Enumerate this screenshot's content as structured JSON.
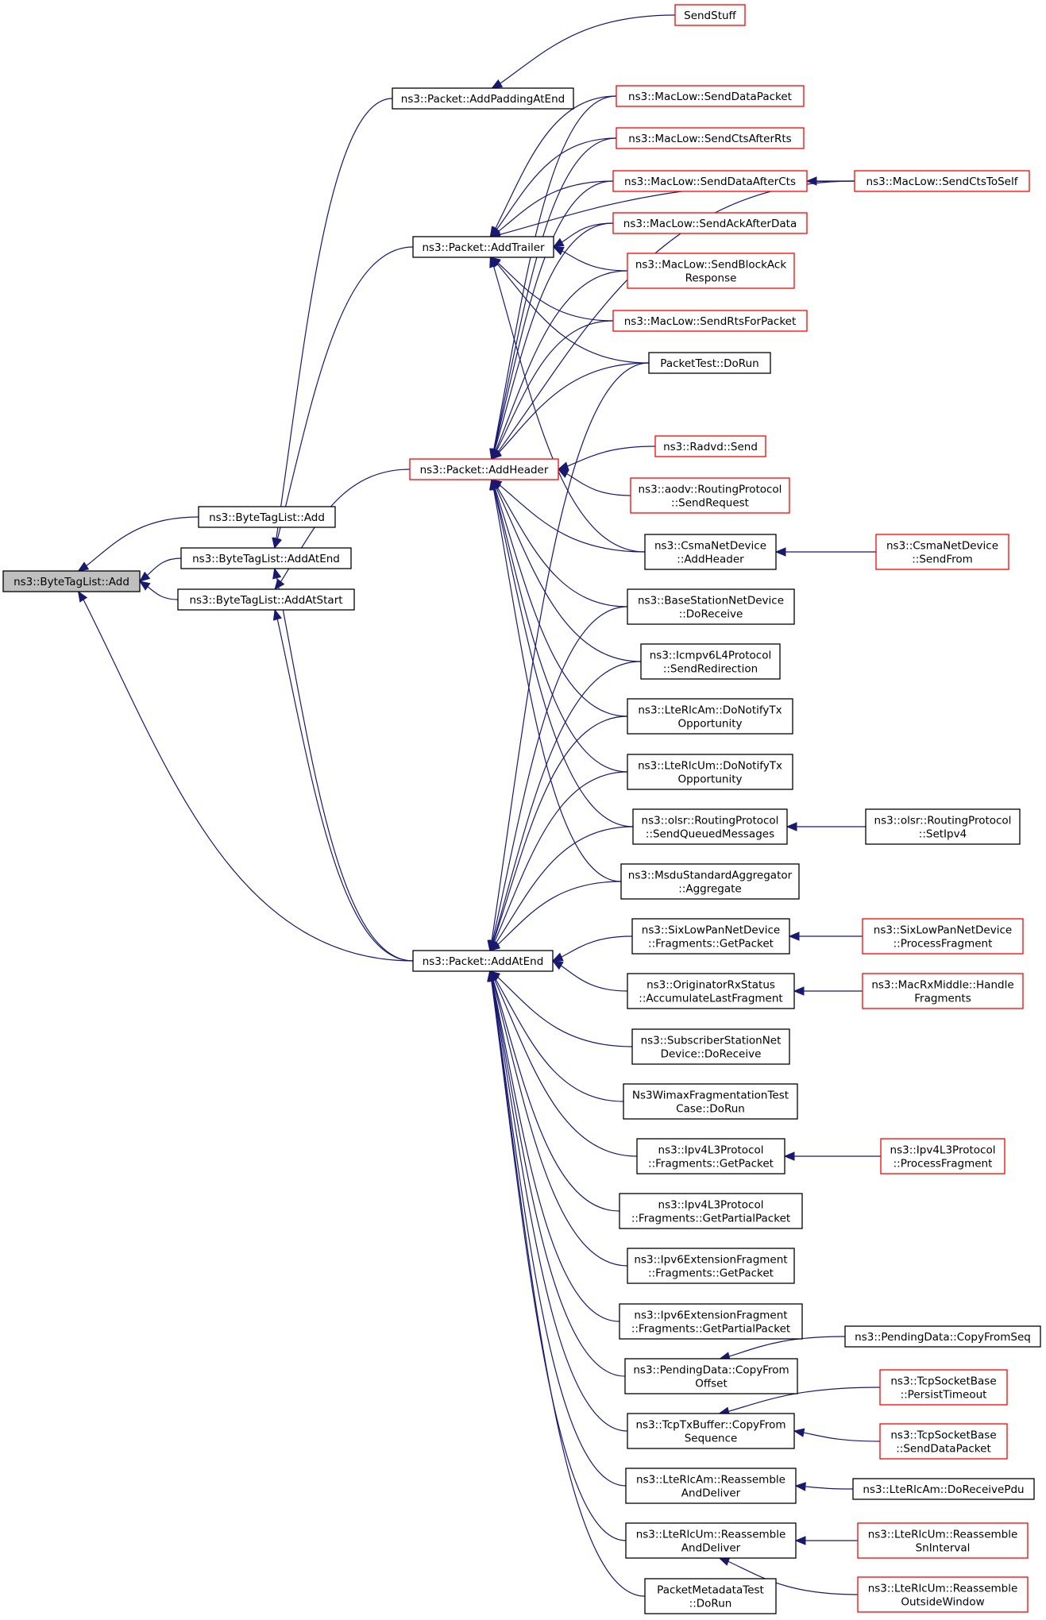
{
  "colors": {
    "edge": "#191970",
    "border_default": "#000000",
    "border_truncated": "#ff0000",
    "fill_default": "#ffffff",
    "fill_root": "#bfbfbf",
    "text": "#000000"
  },
  "nodes": [
    {
      "id": "root",
      "lines": [
        "ns3::ByteTagList::Add"
      ],
      "style": "root"
    },
    {
      "id": "btl-add",
      "lines": [
        "ns3::ByteTagList::Add"
      ],
      "style": "default"
    },
    {
      "id": "btl-addatend",
      "lines": [
        "ns3::ByteTagList::AddAtEnd"
      ],
      "style": "default"
    },
    {
      "id": "btl-addatstart",
      "lines": [
        "ns3::ByteTagList::AddAtStart"
      ],
      "style": "default"
    },
    {
      "id": "pkt-addpadding",
      "lines": [
        "ns3::Packet::AddPaddingAtEnd"
      ],
      "style": "default"
    },
    {
      "id": "pkt-addtrailer",
      "lines": [
        "ns3::Packet::AddTrailer"
      ],
      "style": "default"
    },
    {
      "id": "pkt-addheader",
      "lines": [
        "ns3::Packet::AddHeader"
      ],
      "style": "truncated"
    },
    {
      "id": "pkt-addatend",
      "lines": [
        "ns3::Packet::AddAtEnd"
      ],
      "style": "default"
    },
    {
      "id": "sendstuff",
      "lines": [
        "SendStuff"
      ],
      "style": "truncated"
    },
    {
      "id": "ml-senddatapacket",
      "lines": [
        "ns3::MacLow::SendDataPacket"
      ],
      "style": "truncated"
    },
    {
      "id": "ml-sendctsafterrts",
      "lines": [
        "ns3::MacLow::SendCtsAfterRts"
      ],
      "style": "truncated"
    },
    {
      "id": "ml-senddataaftercts",
      "lines": [
        "ns3::MacLow::SendDataAfterCts"
      ],
      "style": "truncated"
    },
    {
      "id": "ml-sendackafterdata",
      "lines": [
        "ns3::MacLow::SendAckAfterData"
      ],
      "style": "truncated"
    },
    {
      "id": "ml-sendblockack",
      "lines": [
        "ns3::MacLow::SendBlockAck",
        "Response"
      ],
      "style": "truncated"
    },
    {
      "id": "ml-sendrtsforpacket",
      "lines": [
        "ns3::MacLow::SendRtsForPacket"
      ],
      "style": "truncated"
    },
    {
      "id": "packettest",
      "lines": [
        "PacketTest::DoRun"
      ],
      "style": "default"
    },
    {
      "id": "radvd-send",
      "lines": [
        "ns3::Radvd::Send"
      ],
      "style": "truncated"
    },
    {
      "id": "aodv-sendrequest",
      "lines": [
        "ns3::aodv::RoutingProtocol",
        "::SendRequest"
      ],
      "style": "truncated"
    },
    {
      "id": "csma-addheader",
      "lines": [
        "ns3::CsmaNetDevice",
        "::AddHeader"
      ],
      "style": "default"
    },
    {
      "id": "bsnd-doreceive",
      "lines": [
        "ns3::BaseStationNetDevice",
        "::DoReceive"
      ],
      "style": "default"
    },
    {
      "id": "icmpv6-sendredirection",
      "lines": [
        "ns3::Icmpv6L4Protocol",
        "::SendRedirection"
      ],
      "style": "default"
    },
    {
      "id": "lterlcam-donotify",
      "lines": [
        "ns3::LteRlcAm::DoNotifyTx",
        "Opportunity"
      ],
      "style": "default"
    },
    {
      "id": "lterlcum-donotify",
      "lines": [
        "ns3::LteRlcUm::DoNotifyTx",
        "Opportunity"
      ],
      "style": "default"
    },
    {
      "id": "olsr-sendqueued",
      "lines": [
        "ns3::olsr::RoutingProtocol",
        "::SendQueuedMessages"
      ],
      "style": "default"
    },
    {
      "id": "msdu-aggregate",
      "lines": [
        "ns3::MsduStandardAggregator",
        "::Aggregate"
      ],
      "style": "default"
    },
    {
      "id": "sixlowpan-getpacket",
      "lines": [
        "ns3::SixLowPanNetDevice",
        "::Fragments::GetPacket"
      ],
      "style": "default"
    },
    {
      "id": "originator-accumulate",
      "lines": [
        "ns3::OriginatorRxStatus",
        "::AccumulateLastFragment"
      ],
      "style": "default"
    },
    {
      "id": "ssnd-doreceive",
      "lines": [
        "ns3::SubscriberStationNet",
        "Device::DoReceive"
      ],
      "style": "default"
    },
    {
      "id": "wimaxfrag-dorun",
      "lines": [
        "Ns3WimaxFragmentationTest",
        "Case::DoRun"
      ],
      "style": "default"
    },
    {
      "id": "ipv4l3-getpacket",
      "lines": [
        "ns3::Ipv4L3Protocol",
        "::Fragments::GetPacket"
      ],
      "style": "default"
    },
    {
      "id": "ipv4l3-getpartial",
      "lines": [
        "ns3::Ipv4L3Protocol",
        "::Fragments::GetPartialPacket"
      ],
      "style": "default"
    },
    {
      "id": "ipv6frag-getpacket",
      "lines": [
        "ns3::Ipv6ExtensionFragment",
        "::Fragments::GetPacket"
      ],
      "style": "default"
    },
    {
      "id": "ipv6frag-getpartial",
      "lines": [
        "ns3::Ipv6ExtensionFragment",
        "::Fragments::GetPartialPacket"
      ],
      "style": "default"
    },
    {
      "id": "pendingdata-copyfromoffset",
      "lines": [
        "ns3::PendingData::CopyFrom",
        "Offset"
      ],
      "style": "default"
    },
    {
      "id": "tcptxbuffer-copyfromseq",
      "lines": [
        "ns3::TcpTxBuffer::CopyFrom",
        "Sequence"
      ],
      "style": "default"
    },
    {
      "id": "lterlcam-reassemble",
      "lines": [
        "ns3::LteRlcAm::Reassemble",
        "AndDeliver"
      ],
      "style": "default"
    },
    {
      "id": "lterlcum-reassemble",
      "lines": [
        "ns3::LteRlcUm::Reassemble",
        "AndDeliver"
      ],
      "style": "default"
    },
    {
      "id": "packetmetadatatest",
      "lines": [
        "PacketMetadataTest",
        "::DoRun"
      ],
      "style": "default"
    },
    {
      "id": "ml-sendctstoself",
      "lines": [
        "ns3::MacLow::SendCtsToSelf"
      ],
      "style": "truncated"
    },
    {
      "id": "csma-sendfrom",
      "lines": [
        "ns3::CsmaNetDevice",
        "::SendFrom"
      ],
      "style": "truncated"
    },
    {
      "id": "olsr-setipv4",
      "lines": [
        "ns3::olsr::RoutingProtocol",
        "::SetIpv4"
      ],
      "style": "default"
    },
    {
      "id": "sixlowpan-processfragment",
      "lines": [
        "ns3::SixLowPanNetDevice",
        "::ProcessFragment"
      ],
      "style": "truncated"
    },
    {
      "id": "macrxmiddle-handle",
      "lines": [
        "ns3::MacRxMiddle::Handle",
        "Fragments"
      ],
      "style": "truncated"
    },
    {
      "id": "ipv4l3-processfragment",
      "lines": [
        "ns3::Ipv4L3Protocol",
        "::ProcessFragment"
      ],
      "style": "truncated"
    },
    {
      "id": "pendingdata-copyfromseq",
      "lines": [
        "ns3::PendingData::CopyFromSeq"
      ],
      "style": "default"
    },
    {
      "id": "tcpsocket-persisttimeout",
      "lines": [
        "ns3::TcpSocketBase",
        "::PersistTimeout"
      ],
      "style": "truncated"
    },
    {
      "id": "tcpsocket-senddatapacket",
      "lines": [
        "ns3::TcpSocketBase",
        "::SendDataPacket"
      ],
      "style": "truncated"
    },
    {
      "id": "lterlcam-doreceivepdu",
      "lines": [
        "ns3::LteRlcAm::DoReceivePdu"
      ],
      "style": "default"
    },
    {
      "id": "lterlcum-reassemblesn",
      "lines": [
        "ns3::LteRlcUm::Reassemble",
        "SnInterval"
      ],
      "style": "truncated"
    },
    {
      "id": "lterlcum-reassembleoutside",
      "lines": [
        "ns3::LteRlcUm::Reassemble",
        "OutsideWindow"
      ],
      "style": "truncated"
    }
  ],
  "edges": [
    [
      "btl-add",
      "root"
    ],
    [
      "btl-addatend",
      "root"
    ],
    [
      "btl-addatstart",
      "root"
    ],
    [
      "pkt-addatend",
      "root"
    ],
    [
      "pkt-addpadding",
      "btl-addatend"
    ],
    [
      "pkt-addtrailer",
      "btl-addatend"
    ],
    [
      "pkt-addheader",
      "btl-addatstart"
    ],
    [
      "pkt-addatend",
      "btl-addatend"
    ],
    [
      "pkt-addatend",
      "btl-addatstart"
    ],
    [
      "sendstuff",
      "pkt-addpadding"
    ],
    [
      "ml-senddatapacket",
      "pkt-addtrailer"
    ],
    [
      "ml-sendctsafterrts",
      "pkt-addtrailer"
    ],
    [
      "ml-senddataaftercts",
      "pkt-addtrailer"
    ],
    [
      "ml-sendackafterdata",
      "pkt-addtrailer"
    ],
    [
      "ml-sendblockack",
      "pkt-addtrailer"
    ],
    [
      "ml-sendrtsforpacket",
      "pkt-addtrailer"
    ],
    [
      "packettest",
      "pkt-addtrailer"
    ],
    [
      "ml-sendctstoself",
      "pkt-addtrailer"
    ],
    [
      "csma-addheader",
      "pkt-addtrailer"
    ],
    [
      "ml-senddatapacket",
      "pkt-addheader"
    ],
    [
      "ml-sendctsafterrts",
      "pkt-addheader"
    ],
    [
      "ml-senddataaftercts",
      "pkt-addheader"
    ],
    [
      "ml-sendackafterdata",
      "pkt-addheader"
    ],
    [
      "ml-sendblockack",
      "pkt-addheader"
    ],
    [
      "ml-sendrtsforpacket",
      "pkt-addheader"
    ],
    [
      "packettest",
      "pkt-addheader"
    ],
    [
      "ml-sendctstoself",
      "pkt-addheader"
    ],
    [
      "radvd-send",
      "pkt-addheader"
    ],
    [
      "aodv-sendrequest",
      "pkt-addheader"
    ],
    [
      "csma-addheader",
      "pkt-addheader"
    ],
    [
      "bsnd-doreceive",
      "pkt-addheader"
    ],
    [
      "icmpv6-sendredirection",
      "pkt-addheader"
    ],
    [
      "lterlcam-donotify",
      "pkt-addheader"
    ],
    [
      "lterlcum-donotify",
      "pkt-addheader"
    ],
    [
      "olsr-sendqueued",
      "pkt-addheader"
    ],
    [
      "msdu-aggregate",
      "pkt-addheader"
    ],
    [
      "packettest",
      "pkt-addatend"
    ],
    [
      "bsnd-doreceive",
      "pkt-addatend"
    ],
    [
      "icmpv6-sendredirection",
      "pkt-addatend"
    ],
    [
      "lterlcam-donotify",
      "pkt-addatend"
    ],
    [
      "lterlcum-donotify",
      "pkt-addatend"
    ],
    [
      "olsr-sendqueued",
      "pkt-addatend"
    ],
    [
      "msdu-aggregate",
      "pkt-addatend"
    ],
    [
      "sixlowpan-getpacket",
      "pkt-addatend"
    ],
    [
      "originator-accumulate",
      "pkt-addatend"
    ],
    [
      "ssnd-doreceive",
      "pkt-addatend"
    ],
    [
      "wimaxfrag-dorun",
      "pkt-addatend"
    ],
    [
      "ipv4l3-getpacket",
      "pkt-addatend"
    ],
    [
      "ipv4l3-getpartial",
      "pkt-addatend"
    ],
    [
      "ipv6frag-getpacket",
      "pkt-addatend"
    ],
    [
      "ipv6frag-getpartial",
      "pkt-addatend"
    ],
    [
      "pendingdata-copyfromoffset",
      "pkt-addatend"
    ],
    [
      "tcptxbuffer-copyfromseq",
      "pkt-addatend"
    ],
    [
      "lterlcam-reassemble",
      "pkt-addatend"
    ],
    [
      "lterlcum-reassemble",
      "pkt-addatend"
    ],
    [
      "packetmetadatatest",
      "pkt-addatend"
    ],
    [
      "ml-sendctstoself",
      "ml-senddataaftercts"
    ],
    [
      "csma-sendfrom",
      "csma-addheader"
    ],
    [
      "olsr-setipv4",
      "olsr-sendqueued"
    ],
    [
      "sixlowpan-processfragment",
      "sixlowpan-getpacket"
    ],
    [
      "macrxmiddle-handle",
      "originator-accumulate"
    ],
    [
      "ipv4l3-processfragment",
      "ipv4l3-getpacket"
    ],
    [
      "pendingdata-copyfromseq",
      "pendingdata-copyfromoffset"
    ],
    [
      "tcpsocket-persisttimeout",
      "tcptxbuffer-copyfromseq"
    ],
    [
      "tcpsocket-senddatapacket",
      "tcptxbuffer-copyfromseq"
    ],
    [
      "lterlcam-doreceivepdu",
      "lterlcam-reassemble"
    ],
    [
      "lterlcum-reassemblesn",
      "lterlcum-reassemble"
    ],
    [
      "lterlcum-reassembleoutside",
      "lterlcum-reassemble"
    ]
  ]
}
